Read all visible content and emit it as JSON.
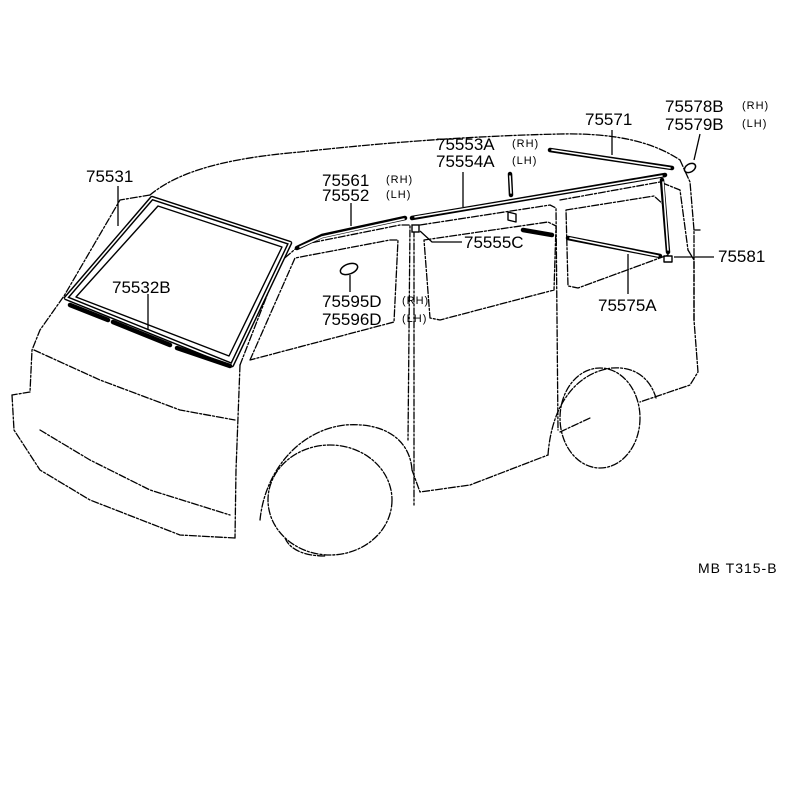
{
  "diagram": {
    "code": "MB  T315-B"
  },
  "callouts": {
    "c75531": {
      "part": "75531",
      "side": ""
    },
    "c75532b": {
      "part": "75532B",
      "side": ""
    },
    "c75561": {
      "part": "75561",
      "side": "(RH)"
    },
    "c75552": {
      "part": "75552",
      "side": "(LH)"
    },
    "c75553a": {
      "part": "75553A",
      "side": "(RH)"
    },
    "c75554a": {
      "part": "75554A",
      "side": "(LH)"
    },
    "c75571": {
      "part": "75571",
      "side": ""
    },
    "c75578b": {
      "part": "75578B",
      "side": "(RH)"
    },
    "c75579b": {
      "part": "75579B",
      "side": "(LH)"
    },
    "c75555c": {
      "part": "75555C",
      "side": ""
    },
    "c75581": {
      "part": "75581",
      "side": ""
    },
    "c75575a": {
      "part": "75575A",
      "side": ""
    },
    "c75595d": {
      "part": "75595D",
      "side": "(RH)"
    },
    "c75596d": {
      "part": "75596D",
      "side": "(LH)"
    }
  }
}
